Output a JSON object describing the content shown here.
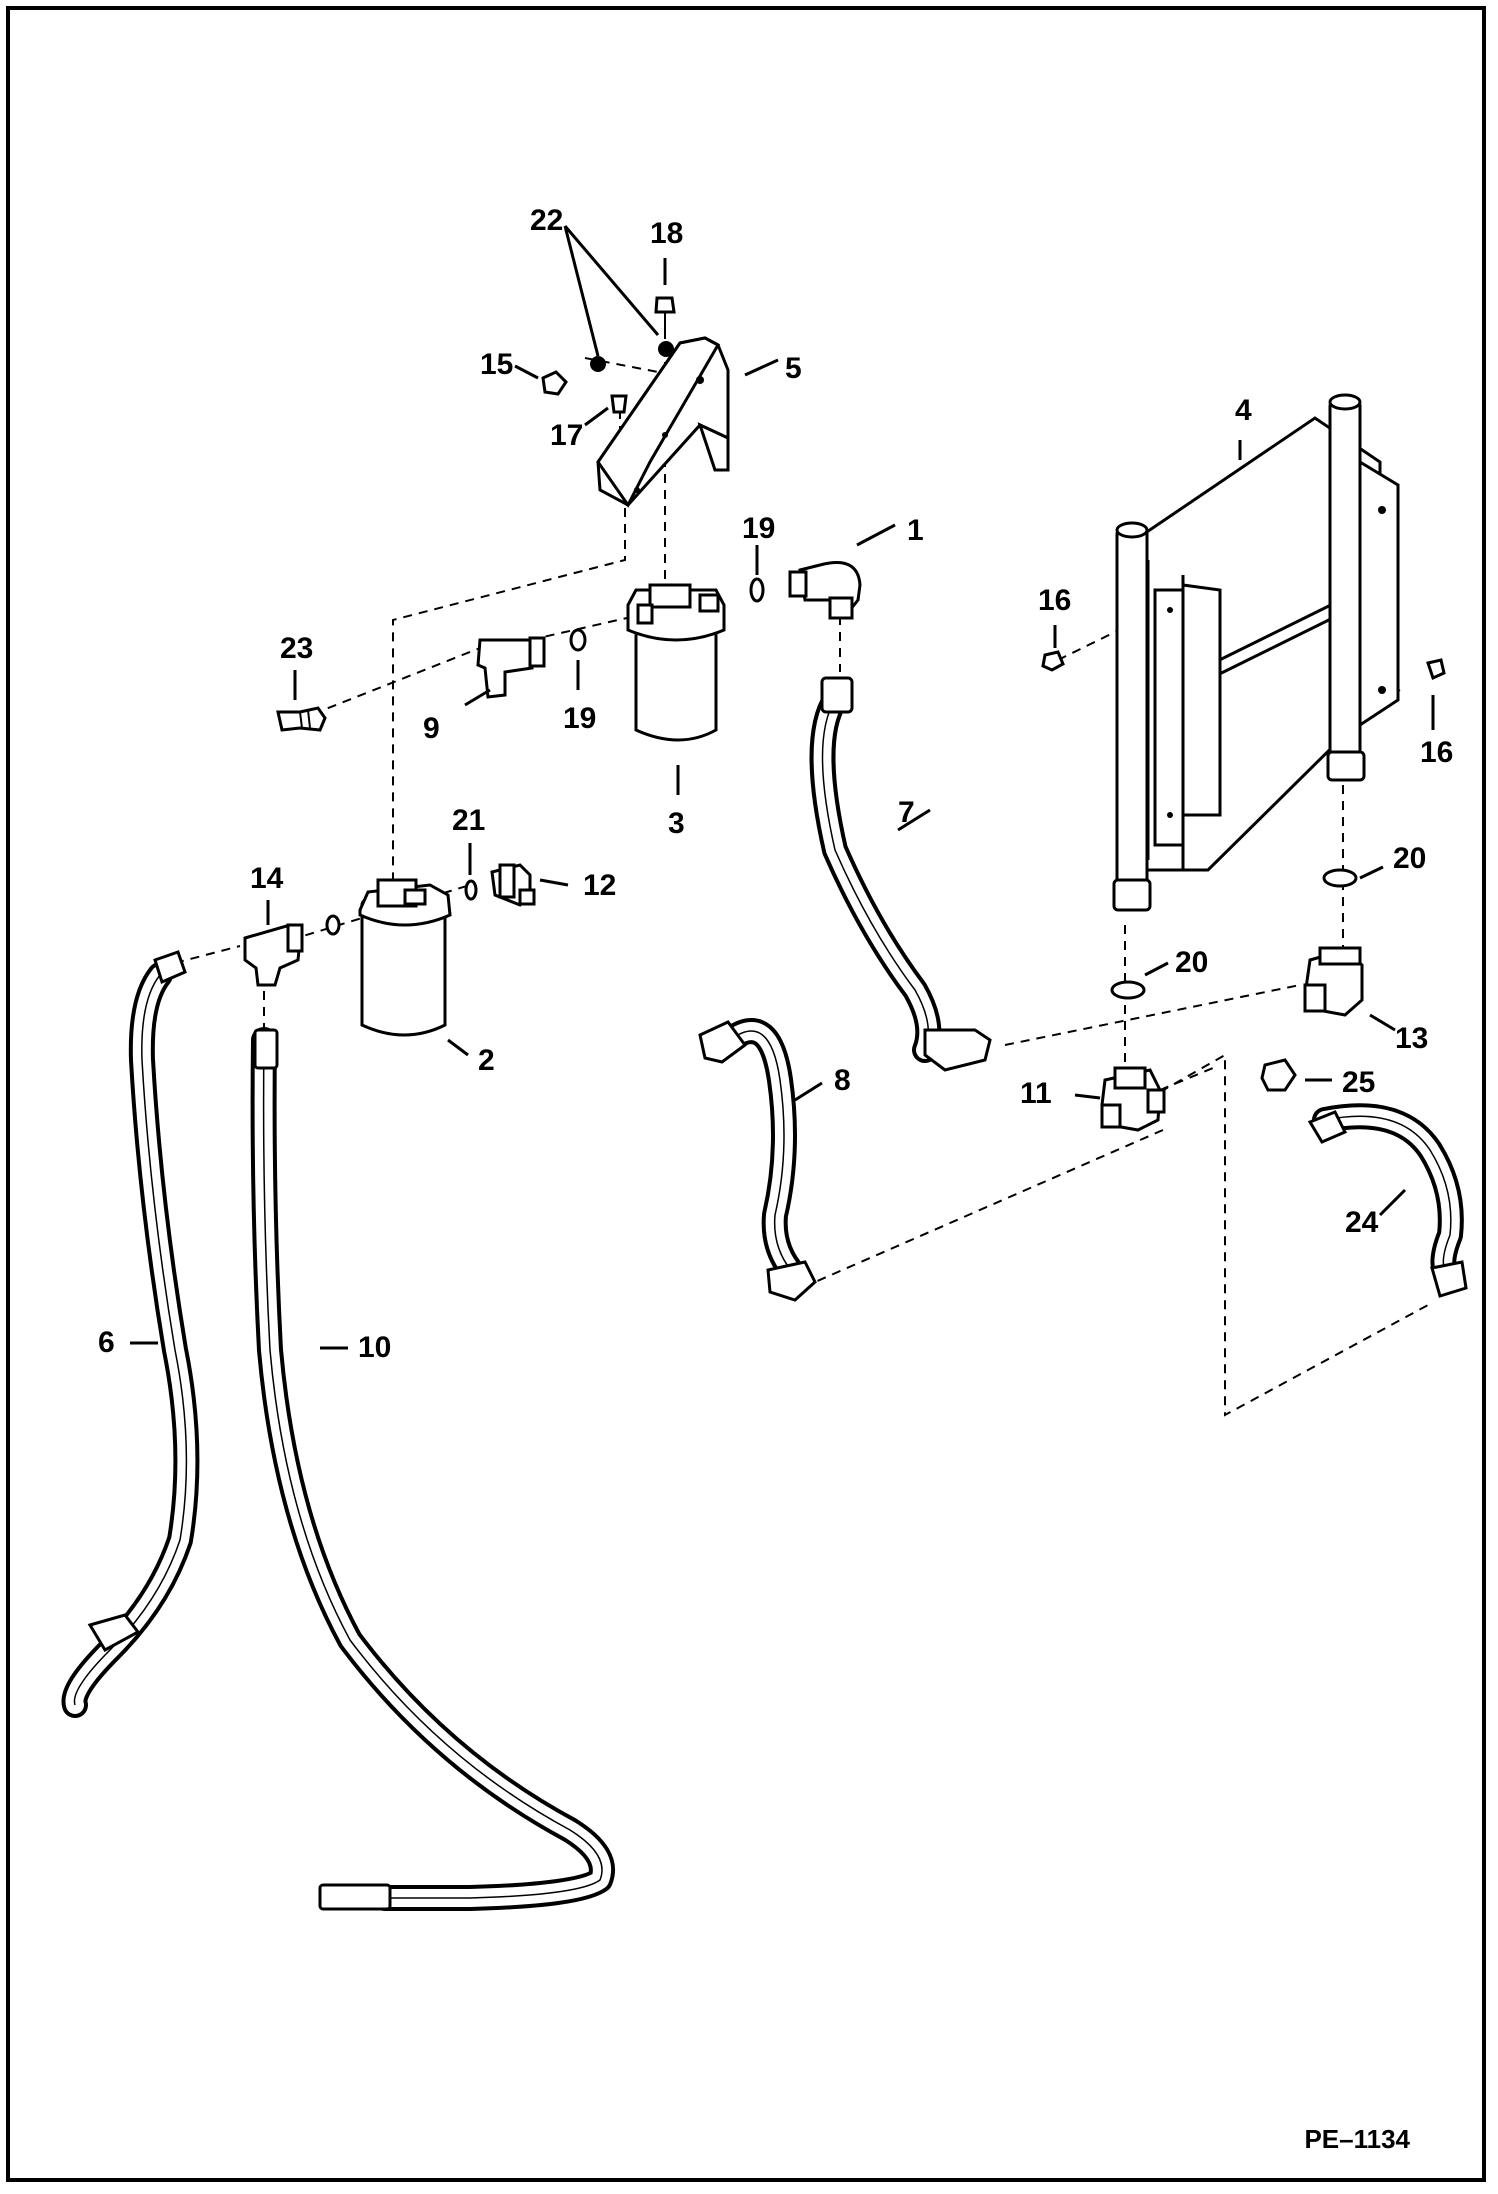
{
  "figure_id": "PE–1134",
  "callouts": [
    "1",
    "2",
    "3",
    "4",
    "5",
    "6",
    "7",
    "8",
    "9",
    "10",
    "11",
    "12",
    "13",
    "14",
    "15",
    "16",
    "16",
    "17",
    "18",
    "19",
    "19",
    "20",
    "20",
    "21",
    "22",
    "23",
    "24",
    "25"
  ]
}
